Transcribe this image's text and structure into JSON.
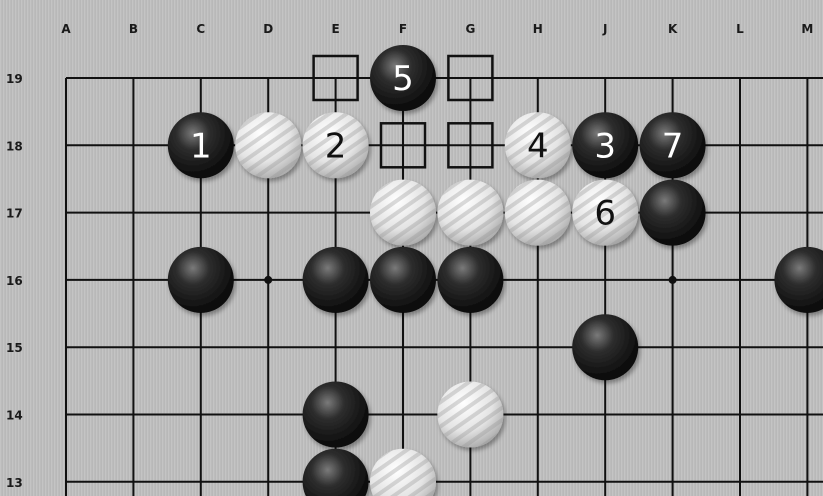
{
  "board": {
    "columns": [
      "A",
      "B",
      "C",
      "D",
      "E",
      "F",
      "G",
      "H",
      "J",
      "K",
      "L",
      "M"
    ],
    "rows": [
      "19",
      "18",
      "17",
      "16",
      "15",
      "14",
      "13"
    ],
    "stars": [
      [
        "D",
        "16"
      ],
      [
        "K",
        "16"
      ]
    ],
    "stones": [
      {
        "col": "C",
        "row": "18",
        "color": "black",
        "label": "1"
      },
      {
        "col": "D",
        "row": "18",
        "color": "white",
        "label": ""
      },
      {
        "col": "E",
        "row": "18",
        "color": "white",
        "label": "2"
      },
      {
        "col": "H",
        "row": "18",
        "color": "white",
        "label": "4"
      },
      {
        "col": "J",
        "row": "18",
        "color": "black",
        "label": "3"
      },
      {
        "col": "K",
        "row": "18",
        "color": "black",
        "label": "7"
      },
      {
        "col": "F",
        "row": "19",
        "color": "black",
        "label": "5"
      },
      {
        "col": "F",
        "row": "17",
        "color": "white",
        "label": ""
      },
      {
        "col": "G",
        "row": "17",
        "color": "white",
        "label": ""
      },
      {
        "col": "H",
        "row": "17",
        "color": "white",
        "label": ""
      },
      {
        "col": "J",
        "row": "17",
        "color": "white",
        "label": "6"
      },
      {
        "col": "K",
        "row": "17",
        "color": "black",
        "label": ""
      },
      {
        "col": "C",
        "row": "16",
        "color": "black",
        "label": ""
      },
      {
        "col": "E",
        "row": "16",
        "color": "black",
        "label": ""
      },
      {
        "col": "F",
        "row": "16",
        "color": "black",
        "label": ""
      },
      {
        "col": "G",
        "row": "16",
        "color": "black",
        "label": ""
      },
      {
        "col": "M",
        "row": "16",
        "color": "black",
        "label": ""
      },
      {
        "col": "J",
        "row": "15",
        "color": "black",
        "label": ""
      },
      {
        "col": "E",
        "row": "14",
        "color": "black",
        "label": ""
      },
      {
        "col": "G",
        "row": "14",
        "color": "white",
        "label": ""
      },
      {
        "col": "E",
        "row": "13",
        "color": "black",
        "label": ""
      },
      {
        "col": "F",
        "row": "13",
        "color": "white",
        "label": ""
      }
    ],
    "square_marks": [
      [
        "E",
        "19"
      ],
      [
        "G",
        "19"
      ],
      [
        "F",
        "18"
      ],
      [
        "G",
        "18"
      ]
    ]
  }
}
